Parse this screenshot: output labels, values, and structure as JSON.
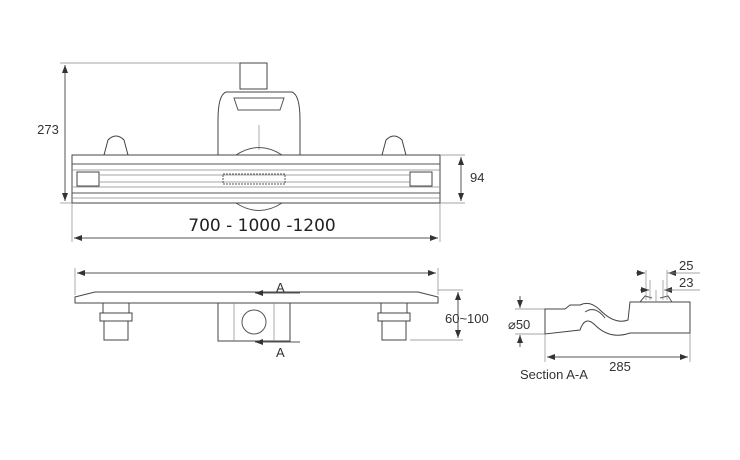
{
  "top_view": {
    "height_dim": "273",
    "depth_dim": "94",
    "length_dim": "700 - 1000 -1200"
  },
  "side_view": {
    "section_marker_top": "A",
    "section_marker_bottom": "A",
    "height_range_dim": "60~100"
  },
  "section_view": {
    "diameter_dim": "⌀50",
    "length_dim": "285",
    "dim_upper": "25",
    "dim_lower": "23",
    "caption": "Section A-A"
  }
}
